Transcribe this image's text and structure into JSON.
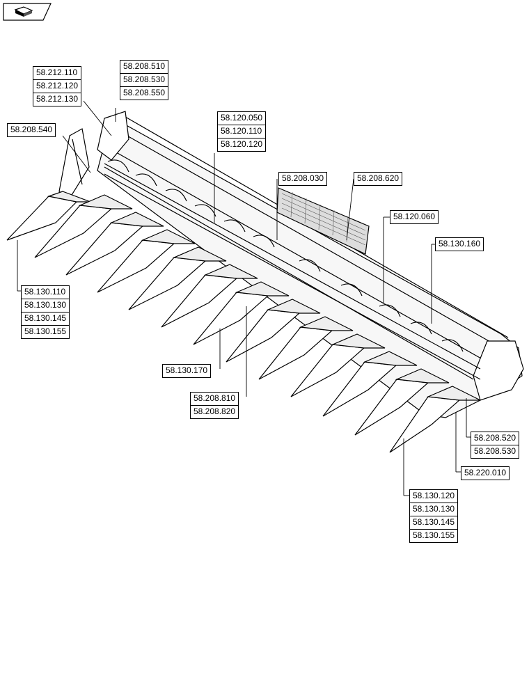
{
  "callouts": {
    "g1": [
      "58.212.110",
      "58.212.120",
      "58.212.130"
    ],
    "g2": [
      "58.208.510",
      "58.208.530",
      "58.208.550"
    ],
    "g3": [
      "58.208.540"
    ],
    "g4": [
      "58.120.050",
      "58.120.110",
      "58.120.120"
    ],
    "g5": [
      "58.208.030"
    ],
    "g6": [
      "58.208.620"
    ],
    "g7": [
      "58.120.060"
    ],
    "g8": [
      "58.130.160"
    ],
    "g9": [
      "58.130.110",
      "58.130.130",
      "58.130.145",
      "58.130.155"
    ],
    "g10": [
      "58.130.170"
    ],
    "g11": [
      "58.208.810",
      "58.208.820"
    ],
    "g12": [
      "58.208.520",
      "58.208.530"
    ],
    "g13": [
      "58.220.010"
    ],
    "g14": [
      "58.130.120",
      "58.130.130",
      "58.130.145",
      "58.130.155"
    ]
  },
  "icons": {
    "corner": "assembly-view-icon"
  }
}
